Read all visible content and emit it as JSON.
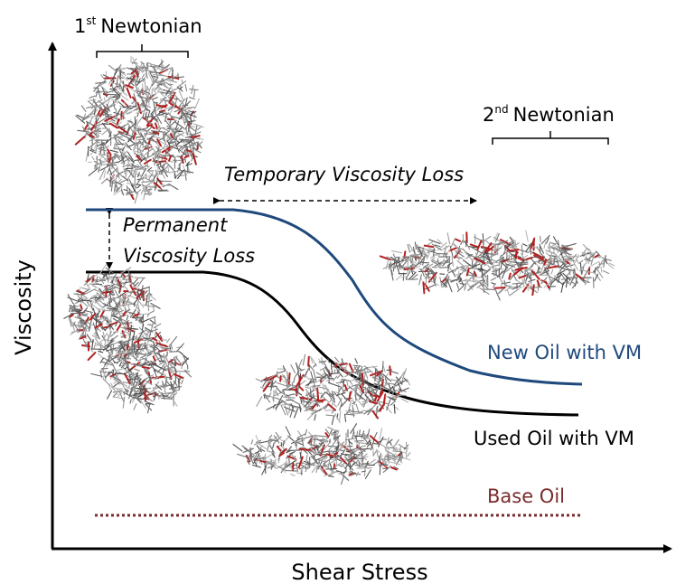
{
  "axes": {
    "x_label": "Shear Stress",
    "y_label": "Viscosity"
  },
  "regions": {
    "first_newtonian": {
      "ordinal": "1",
      "suffix": "st",
      "word": "Newtonian"
    },
    "second_newtonian": {
      "ordinal": "2",
      "suffix": "nd",
      "word": "Newtonian"
    }
  },
  "annotations": {
    "temporary_loss": "Temporary Viscosity Loss",
    "permanent_loss_line1": "Permanent",
    "permanent_loss_line2": "Viscosity Loss"
  },
  "curves": {
    "new_oil": {
      "label": "New Oil with VM",
      "color": "#1f497d"
    },
    "used_oil": {
      "label": "Used Oil with VM",
      "color": "#000000"
    },
    "base_oil": {
      "label": "Base Oil",
      "color": "#7b2c2c"
    }
  }
}
